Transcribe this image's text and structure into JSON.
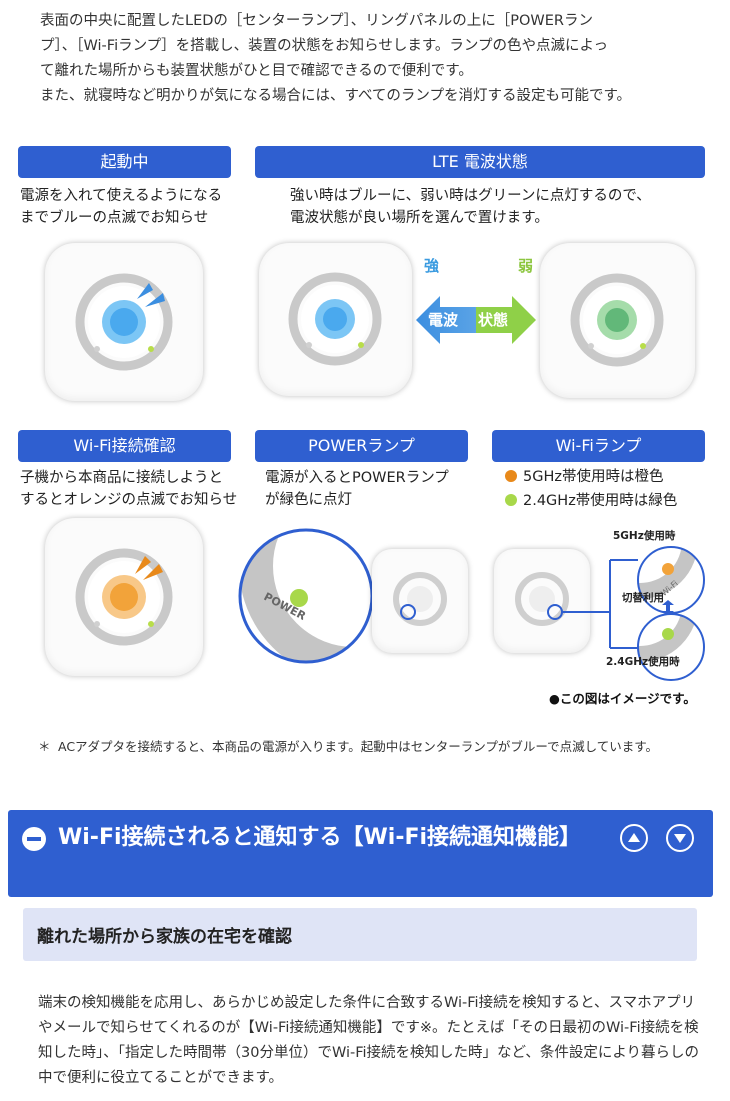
{
  "intro": {
    "lines": [
      "表面の中央に配置したLEDの［センターランプ］、リングパネルの上に［POWERラン",
      "プ］、［Wi-Fiランプ］を搭載し、装置の状態をお知らせします。ランプの色や点滅によっ",
      "て離れた場所からも装置状態がひと目で確認できるので便利です。",
      "また、就寝時など明かりが気になる場合には、すべてのランプを消灯する設定も可能です。"
    ]
  },
  "panels": {
    "startup": {
      "title": "起動中",
      "desc": [
        "電源を入れて使えるようになる",
        "までブルーの点滅でお知らせ"
      ]
    },
    "lte": {
      "title": "LTE 電波状態",
      "desc": [
        "強い時はブルーに、弱い時はグリーンに点灯するので、",
        "電波状態が良い場所を選んで置けます。"
      ],
      "strong": "強",
      "weak": "弱",
      "arrow_left": "電波",
      "arrow_right": "状態"
    },
    "wifi_confirm": {
      "title": "Wi-Fi接続確認",
      "desc": [
        "子機から本商品に接続しようと",
        "するとオレンジの点滅でお知らせ"
      ]
    },
    "power": {
      "title": "POWERランプ",
      "desc": [
        "電源が入るとPOWERランプ",
        "が緑色に点灯"
      ],
      "ring_label": "POWER"
    },
    "wifi_lamp": {
      "title": "Wi-Fiランプ",
      "legend": [
        {
          "text": "5GHz帯使用時は橙色",
          "color": "#e8891a"
        },
        {
          "text": "2.4GHz帯使用時は緑色",
          "color": "#a8d84a"
        }
      ],
      "label_5ghz": "5GHz使用時",
      "label_switch": "切替利用",
      "label_24ghz": "2.4GHz使用時",
      "ring_label": "Wi-Fi"
    }
  },
  "image_note": "●この図はイメージです。",
  "footnote": {
    "mark": "＊",
    "text": "ACアダプタを接続すると、本商品の電源が入ります。起動中はセンターランプがブルーで点滅しています。"
  },
  "section": {
    "title": "Wi-Fi接続されると通知する【Wi-Fi接続通知機能】",
    "up_icon": "triangle-up-icon",
    "down_icon": "triangle-down-icon"
  },
  "subsection": {
    "title": "離れた場所から家族の在宅を確認"
  },
  "body": {
    "text": "端末の検知機能を応用し、あらかじめ設定した条件に合致するWi-Fi接続を検知すると、スマホアプリやメールで知らせてくれるのが【Wi-Fi接続通知機能】です※。たとえば「その日最初のWi-Fi接続を検知した時」、「指定した時間帯（30分単位）でWi-Fi接続を検知した時」など、条件設定により暮らしの中で便利に役立てることができます。"
  },
  "colors": {
    "accent": "#2f5fd0",
    "blue_lamp": "#5fb6f0",
    "green_lamp": "#7fc88a",
    "orange_lamp": "#f2a33a",
    "power_green": "#a8d84a",
    "sub_head_bg": "#dfe4f6"
  }
}
